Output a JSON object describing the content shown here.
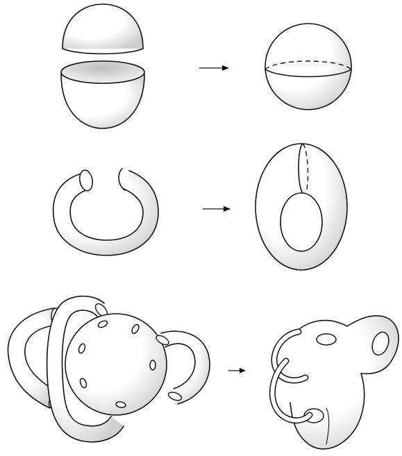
{
  "figure": {
    "rows": [
      {
        "id": "sphere-gluing",
        "left": "two-hemispheres",
        "right": "sphere-with-equator-seam"
      },
      {
        "id": "torus-gluing",
        "left": "open-tube",
        "right": "torus-with-seam"
      },
      {
        "id": "handle-attachment",
        "left": "sphere-with-six-holes-and-three-tubes",
        "right": "genus-three-surface"
      }
    ],
    "colors": {
      "ink": "#111111",
      "background": "#ffffff"
    }
  }
}
